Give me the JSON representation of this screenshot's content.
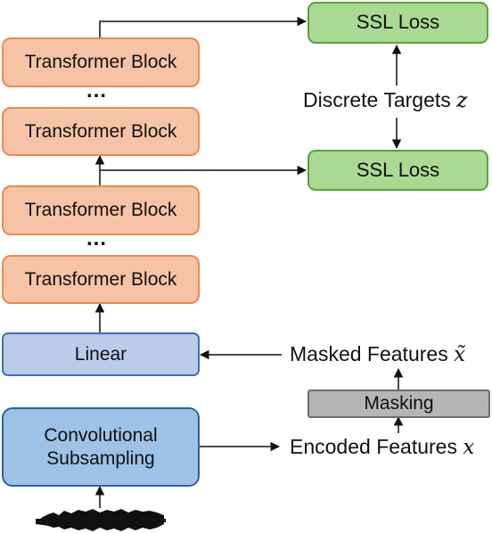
{
  "blocks": {
    "transformer_label": "Transformer Block",
    "ellipsis": "…",
    "linear_label": "Linear",
    "conv_label_line1": "Convolutional",
    "conv_label_line2": "Subsampling",
    "masking_label": "Masking",
    "ssl_loss_label": "SSL Loss"
  },
  "labels": {
    "discrete_targets_text": "Discrete Targets",
    "discrete_targets_var": "z",
    "masked_features_text": "Masked Features",
    "masked_features_var": "x̃",
    "encoded_features_text": "Encoded Features",
    "encoded_features_var": "x"
  },
  "colors": {
    "transformer_fill": "#f7c3a6",
    "transformer_border": "#e78a53",
    "ssl_fill": "#a9d993",
    "ssl_border": "#59a33a",
    "linear_fill": "#b9cbe9",
    "conv_fill": "#9dc2e6",
    "masking_fill": "#b5b5b5"
  }
}
